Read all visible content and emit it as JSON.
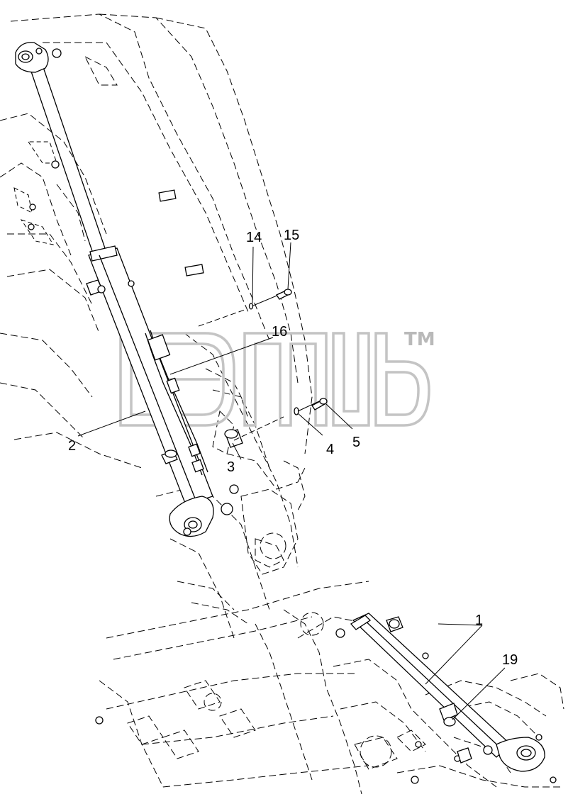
{
  "diagram": {
    "colors": {
      "line": "#000000",
      "watermark": "#c4c4c4",
      "background": "#ffffff"
    },
    "watermark": {
      "symbol": "TM"
    },
    "callouts": [
      {
        "id": "label-1",
        "text": "1"
      },
      {
        "id": "label-2",
        "text": "2"
      },
      {
        "id": "label-3",
        "text": "3"
      },
      {
        "id": "label-4",
        "text": "4"
      },
      {
        "id": "label-5",
        "text": "5"
      },
      {
        "id": "label-14",
        "text": "14"
      },
      {
        "id": "label-15",
        "text": "15"
      },
      {
        "id": "label-16",
        "text": "16"
      },
      {
        "id": "label-19",
        "text": "19"
      }
    ]
  }
}
